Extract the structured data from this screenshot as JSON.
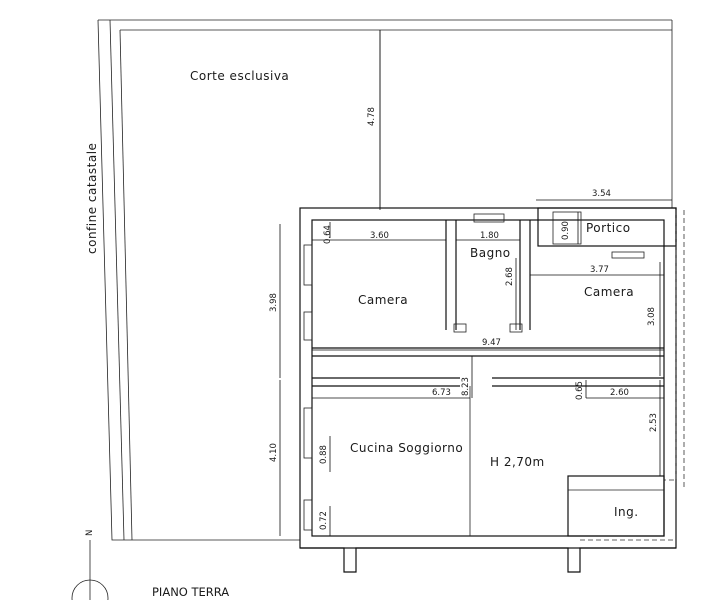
{
  "rooms": {
    "corte": "Corte esclusiva",
    "camera1": "Camera",
    "bagno": "Bagno",
    "portico": "Portico",
    "camera2": "Camera",
    "cucina": "Cucina Soggiorno",
    "height": "H 2,70m",
    "ingresso": "Ing."
  },
  "labels": {
    "boundary": "confine catastale",
    "floor": "PIANO TERRA",
    "north": "N"
  },
  "dimensions": {
    "d478": "4.78",
    "d354": "3.54",
    "d064": "0.64",
    "d360": "3.60",
    "d180": "1.80",
    "d090": "0.90",
    "d377": "3.77",
    "d268": "2.68",
    "d308": "3.08",
    "d398": "3.98",
    "d947": "9.47",
    "d673": "6.73",
    "d823": "8.23",
    "d065": "0.65",
    "d260": "2.60",
    "d253": "2.53",
    "d410": "4.10",
    "d088": "0.88",
    "d072": "0.72"
  }
}
